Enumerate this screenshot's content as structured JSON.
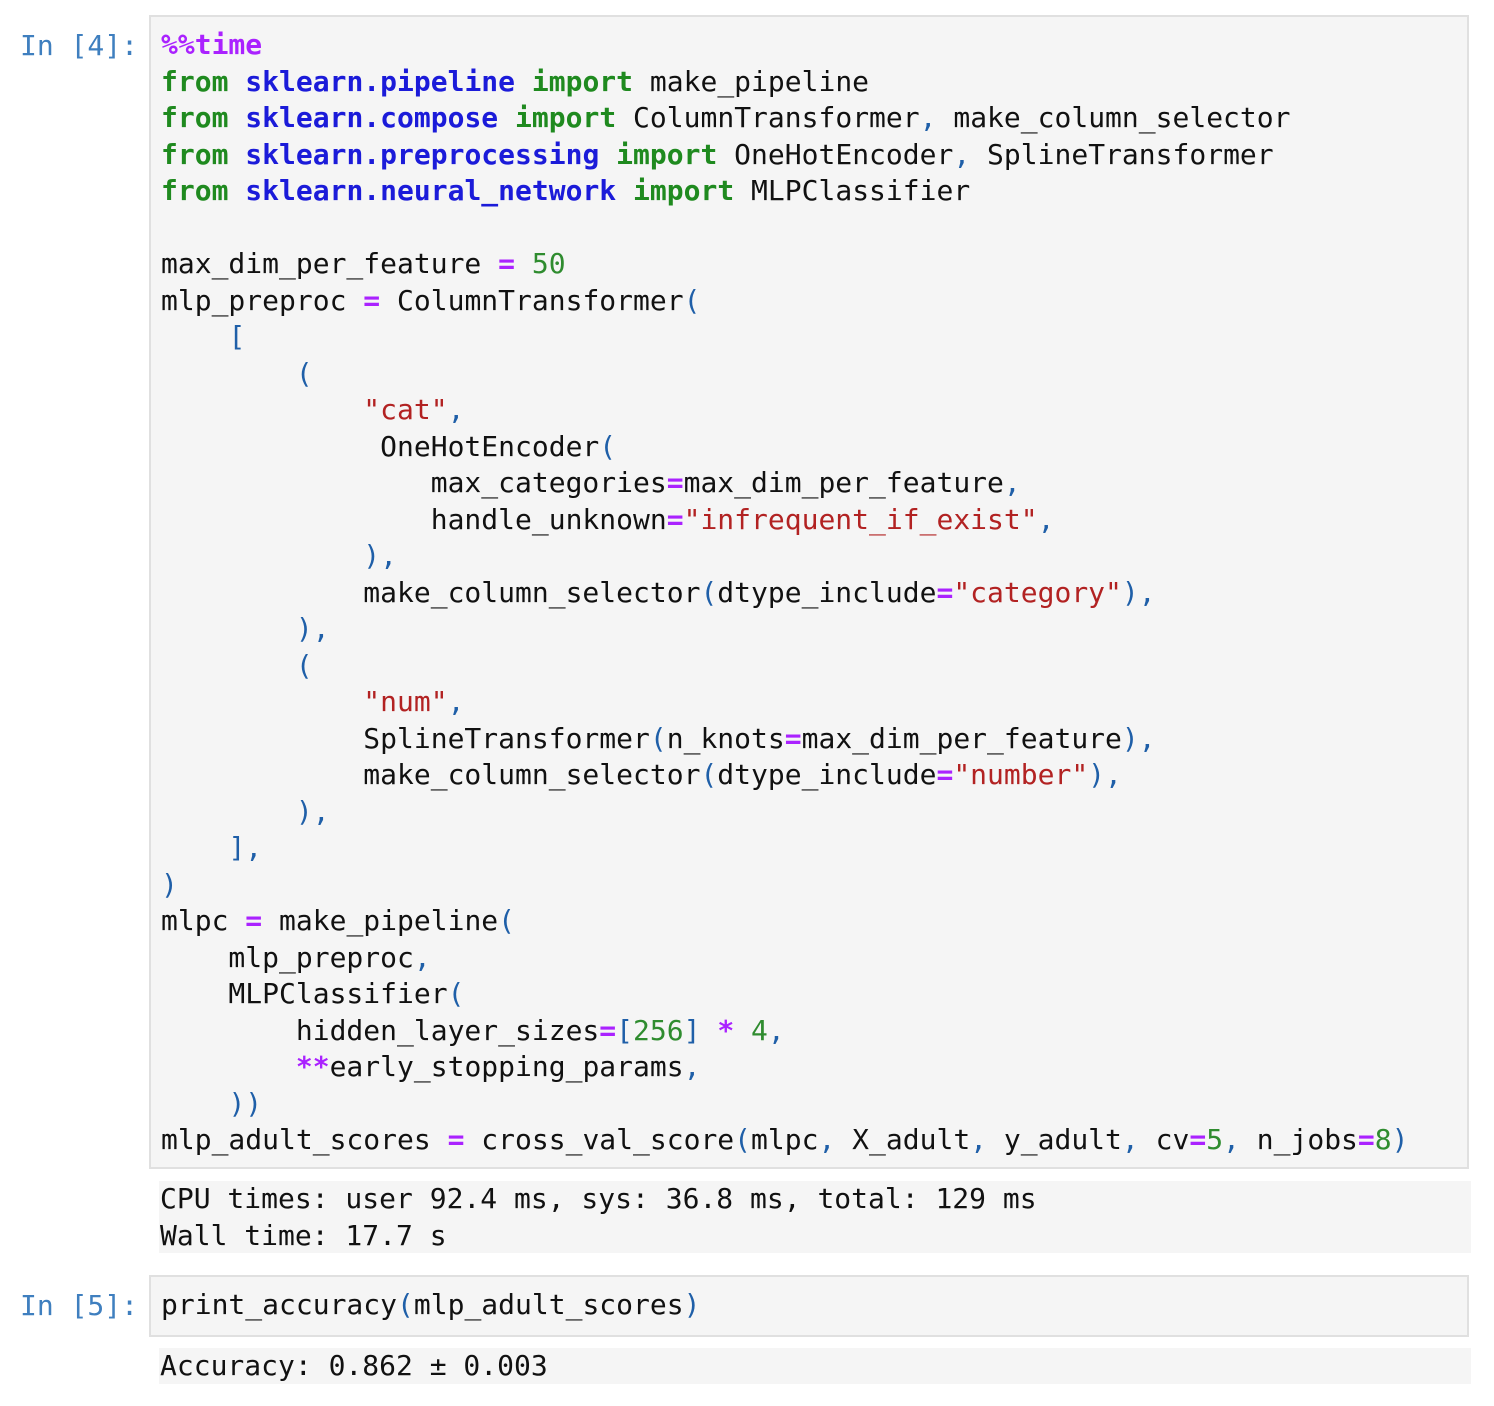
{
  "cells": [
    {
      "prompt": "In [4]:",
      "lines": [
        [
          {
            "t": "%%time",
            "c": "mag"
          }
        ],
        [
          {
            "t": "from",
            "c": "kw"
          },
          {
            "t": " ",
            "c": "nm"
          },
          {
            "t": "sklearn.pipeline",
            "c": "mod"
          },
          {
            "t": " ",
            "c": "nm"
          },
          {
            "t": "import",
            "c": "kw"
          },
          {
            "t": " make_pipeline",
            "c": "nm"
          }
        ],
        [
          {
            "t": "from",
            "c": "kw"
          },
          {
            "t": " ",
            "c": "nm"
          },
          {
            "t": "sklearn.compose",
            "c": "mod"
          },
          {
            "t": " ",
            "c": "nm"
          },
          {
            "t": "import",
            "c": "kw"
          },
          {
            "t": " ColumnTransformer",
            "c": "nm"
          },
          {
            "t": ",",
            "c": "pn"
          },
          {
            "t": " make_column_selector",
            "c": "nm"
          }
        ],
        [
          {
            "t": "from",
            "c": "kw"
          },
          {
            "t": " ",
            "c": "nm"
          },
          {
            "t": "sklearn.preprocessing",
            "c": "mod"
          },
          {
            "t": " ",
            "c": "nm"
          },
          {
            "t": "import",
            "c": "kw"
          },
          {
            "t": " OneHotEncoder",
            "c": "nm"
          },
          {
            "t": ",",
            "c": "pn"
          },
          {
            "t": " SplineTransformer",
            "c": "nm"
          }
        ],
        [
          {
            "t": "from",
            "c": "kw"
          },
          {
            "t": " ",
            "c": "nm"
          },
          {
            "t": "sklearn.neural_network",
            "c": "mod"
          },
          {
            "t": " ",
            "c": "nm"
          },
          {
            "t": "import",
            "c": "kw"
          },
          {
            "t": " MLPClassifier",
            "c": "nm"
          }
        ],
        [],
        [
          {
            "t": "max_dim_per_feature ",
            "c": "nm"
          },
          {
            "t": "=",
            "c": "op"
          },
          {
            "t": " ",
            "c": "nm"
          },
          {
            "t": "50",
            "c": "num"
          }
        ],
        [
          {
            "t": "mlp_preproc ",
            "c": "nm"
          },
          {
            "t": "=",
            "c": "op"
          },
          {
            "t": " ColumnTransformer",
            "c": "nm"
          },
          {
            "t": "(",
            "c": "pn"
          }
        ],
        [
          {
            "t": "    ",
            "c": "nm"
          },
          {
            "t": "[",
            "c": "pn"
          }
        ],
        [
          {
            "t": "        ",
            "c": "nm"
          },
          {
            "t": "(",
            "c": "pn"
          }
        ],
        [
          {
            "t": "            ",
            "c": "nm"
          },
          {
            "t": "\"cat\"",
            "c": "str"
          },
          {
            "t": ",",
            "c": "pn"
          }
        ],
        [
          {
            "t": "             OneHotEncoder",
            "c": "nm"
          },
          {
            "t": "(",
            "c": "pn"
          }
        ],
        [
          {
            "t": "                max_categories",
            "c": "nm"
          },
          {
            "t": "=",
            "c": "op"
          },
          {
            "t": "max_dim_per_feature",
            "c": "nm"
          },
          {
            "t": ",",
            "c": "pn"
          }
        ],
        [
          {
            "t": "                handle_unknown",
            "c": "nm"
          },
          {
            "t": "=",
            "c": "op"
          },
          {
            "t": "\"infrequent_if_exist\"",
            "c": "str"
          },
          {
            "t": ",",
            "c": "pn"
          }
        ],
        [
          {
            "t": "            ",
            "c": "nm"
          },
          {
            "t": "),",
            "c": "pn"
          }
        ],
        [
          {
            "t": "            make_column_selector",
            "c": "nm"
          },
          {
            "t": "(",
            "c": "pn"
          },
          {
            "t": "dtype_include",
            "c": "nm"
          },
          {
            "t": "=",
            "c": "op"
          },
          {
            "t": "\"category\"",
            "c": "str"
          },
          {
            "t": "),",
            "c": "pn"
          }
        ],
        [
          {
            "t": "        ",
            "c": "nm"
          },
          {
            "t": "),",
            "c": "pn"
          }
        ],
        [
          {
            "t": "        ",
            "c": "nm"
          },
          {
            "t": "(",
            "c": "pn"
          }
        ],
        [
          {
            "t": "            ",
            "c": "nm"
          },
          {
            "t": "\"num\"",
            "c": "str"
          },
          {
            "t": ",",
            "c": "pn"
          }
        ],
        [
          {
            "t": "            SplineTransformer",
            "c": "nm"
          },
          {
            "t": "(",
            "c": "pn"
          },
          {
            "t": "n_knots",
            "c": "nm"
          },
          {
            "t": "=",
            "c": "op"
          },
          {
            "t": "max_dim_per_feature",
            "c": "nm"
          },
          {
            "t": "),",
            "c": "pn"
          }
        ],
        [
          {
            "t": "            make_column_selector",
            "c": "nm"
          },
          {
            "t": "(",
            "c": "pn"
          },
          {
            "t": "dtype_include",
            "c": "nm"
          },
          {
            "t": "=",
            "c": "op"
          },
          {
            "t": "\"number\"",
            "c": "str"
          },
          {
            "t": "),",
            "c": "pn"
          }
        ],
        [
          {
            "t": "        ",
            "c": "nm"
          },
          {
            "t": "),",
            "c": "pn"
          }
        ],
        [
          {
            "t": "    ",
            "c": "nm"
          },
          {
            "t": "],",
            "c": "pn"
          }
        ],
        [
          {
            "t": ")",
            "c": "pn"
          }
        ],
        [
          {
            "t": "mlpc ",
            "c": "nm"
          },
          {
            "t": "=",
            "c": "op"
          },
          {
            "t": " make_pipeline",
            "c": "nm"
          },
          {
            "t": "(",
            "c": "pn"
          }
        ],
        [
          {
            "t": "    mlp_preproc",
            "c": "nm"
          },
          {
            "t": ",",
            "c": "pn"
          }
        ],
        [
          {
            "t": "    MLPClassifier",
            "c": "nm"
          },
          {
            "t": "(",
            "c": "pn"
          }
        ],
        [
          {
            "t": "        hidden_layer_sizes",
            "c": "nm"
          },
          {
            "t": "=",
            "c": "op"
          },
          {
            "t": "[",
            "c": "pn"
          },
          {
            "t": "256",
            "c": "num"
          },
          {
            "t": "]",
            "c": "pn"
          },
          {
            "t": " ",
            "c": "nm"
          },
          {
            "t": "*",
            "c": "op"
          },
          {
            "t": " ",
            "c": "nm"
          },
          {
            "t": "4",
            "c": "num"
          },
          {
            "t": ",",
            "c": "pn"
          }
        ],
        [
          {
            "t": "        ",
            "c": "nm"
          },
          {
            "t": "**",
            "c": "op"
          },
          {
            "t": "early_stopping_params",
            "c": "nm"
          },
          {
            "t": ",",
            "c": "pn"
          }
        ],
        [
          {
            "t": "    ",
            "c": "nm"
          },
          {
            "t": "))",
            "c": "pn"
          }
        ],
        [
          {
            "t": "mlp_adult_scores ",
            "c": "nm"
          },
          {
            "t": "=",
            "c": "op"
          },
          {
            "t": " cross_val_score",
            "c": "nm"
          },
          {
            "t": "(",
            "c": "pn"
          },
          {
            "t": "mlpc",
            "c": "nm"
          },
          {
            "t": ",",
            "c": "pn"
          },
          {
            "t": " X_adult",
            "c": "nm"
          },
          {
            "t": ",",
            "c": "pn"
          },
          {
            "t": " y_adult",
            "c": "nm"
          },
          {
            "t": ",",
            "c": "pn"
          },
          {
            "t": " cv",
            "c": "nm"
          },
          {
            "t": "=",
            "c": "op"
          },
          {
            "t": "5",
            "c": "num"
          },
          {
            "t": ",",
            "c": "pn"
          },
          {
            "t": " n_jobs",
            "c": "nm"
          },
          {
            "t": "=",
            "c": "op"
          },
          {
            "t": "8",
            "c": "num"
          },
          {
            "t": ")",
            "c": "pn"
          }
        ]
      ],
      "output": [
        "CPU times: user 92.4 ms, sys: 36.8 ms, total: 129 ms",
        "Wall time: 17.7 s"
      ]
    },
    {
      "prompt": "In [5]:",
      "lines": [
        [
          {
            "t": "print_accuracy",
            "c": "nm"
          },
          {
            "t": "(",
            "c": "pn"
          },
          {
            "t": "mlp_adult_scores",
            "c": "nm"
          },
          {
            "t": ")",
            "c": "pn"
          }
        ]
      ],
      "output": [
        "Accuracy: 0.862 ± 0.003"
      ]
    }
  ]
}
